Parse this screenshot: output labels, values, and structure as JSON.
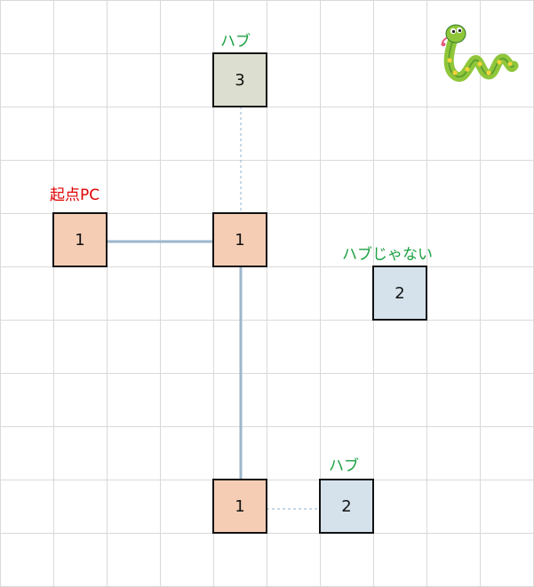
{
  "colors": {
    "grid": "#d9d9d9",
    "node_border": "#111111",
    "node_start": "#f4cdb4",
    "node_hub": "#dcdfcf",
    "node_other": "#d5e2ec",
    "link_solid": "#9db6cc",
    "link_dashed": "#8fb0cc",
    "label_red": "#e00000",
    "label_green": "#1aa040"
  },
  "labels": {
    "start_pc": "起点PC",
    "hub_top": "ハブ",
    "not_hub": "ハブじゃない",
    "hub_bottom": "ハブ"
  },
  "nodes": {
    "start": "1",
    "top": "3",
    "center": "1",
    "right_middle": "2",
    "bottom_left": "1",
    "bottom_right": "2"
  },
  "decoration": {
    "mascot_icon": "snake-icon"
  }
}
